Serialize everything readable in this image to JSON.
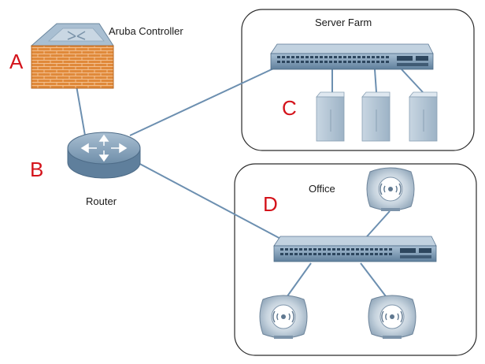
{
  "labels": {
    "controller": "Aruba Controller",
    "router": "Router",
    "server_farm": "Server Farm",
    "office": "Office"
  },
  "markers": {
    "a": "A",
    "b": "B",
    "c": "C",
    "d": "D"
  },
  "colors": {
    "marker": "#d4131b",
    "link": "#6c8fb0",
    "device_blue": "#7f9db8",
    "firewall_brick": "#e0893a"
  },
  "icons": {
    "controller": "aruba-controller-icon",
    "router": "router-icon",
    "switch": "network-switch-icon",
    "server": "server-tower-icon",
    "access_point": "wireless-access-point-icon"
  }
}
